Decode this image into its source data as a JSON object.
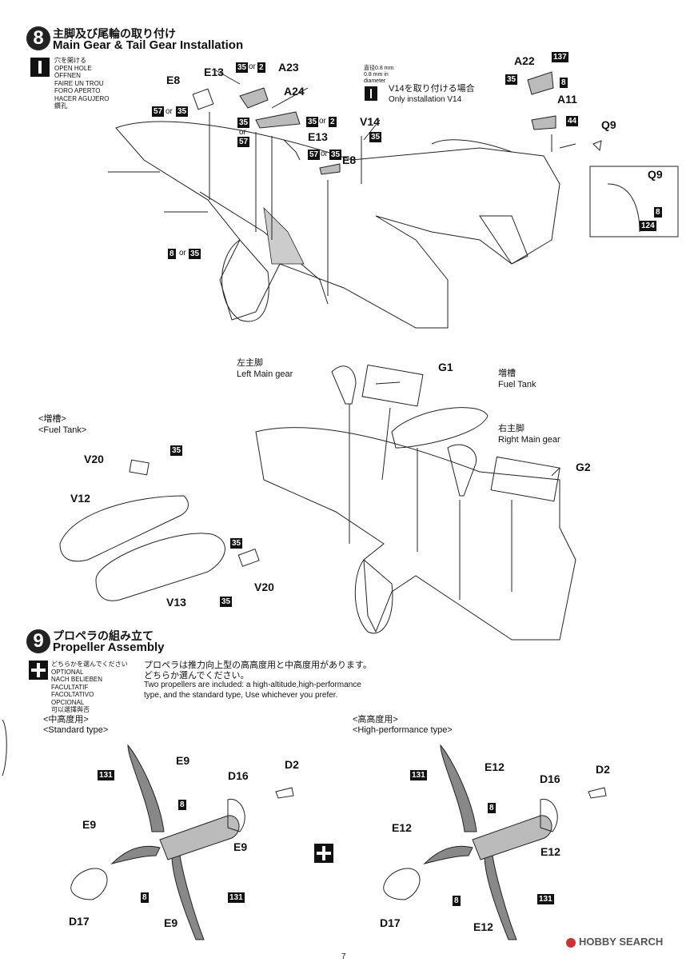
{
  "step8": {
    "number": "8",
    "title_jp": "主脚及び尾輪の取り付け",
    "title_en": "Main Gear & Tail Gear Installation",
    "open_hole_notes": [
      "穴を開ける",
      "OPEN HOLE",
      "ÖFFNEN",
      "FAIRE UN TROU",
      "FORO APERTO",
      "HACER AGUJERO",
      "鑽孔"
    ],
    "hole_diameter_note": [
      "直径0.8 mm",
      "0.8 mm in",
      "diameter"
    ],
    "v14_note_jp": "V14を取り付ける場合",
    "v14_note_en": "Only installation V14",
    "parts": {
      "e8": "E8",
      "e13": "E13",
      "a23": "A23",
      "a24": "A24",
      "e13b": "E13",
      "v14": "V14",
      "e8b": "E8",
      "a22": "A22",
      "a11": "A11",
      "q9": "Q9",
      "q9b": "Q9"
    },
    "paints": {
      "p35": "35",
      "p2": "2",
      "p57": "57",
      "p137": "137",
      "p8": "8",
      "p44": "44",
      "p124": "124"
    },
    "or_word": "or",
    "g1": "G1",
    "g2": "G2",
    "left_main_jp": "左主脚",
    "left_main_en": "Left Main gear",
    "fuel_tank_jp": "増槽",
    "fuel_tank_en": "Fuel Tank",
    "right_main_jp": "右主脚",
    "right_main_en": "Right Main gear",
    "fuel_tank_sub_jp": "<増槽>",
    "fuel_tank_sub_en": "<Fuel Tank>",
    "v20": "V20",
    "v12": "V12",
    "v13": "V13",
    "v20b": "V20"
  },
  "step9": {
    "number": "9",
    "title_jp": "プロペラの組み立て",
    "title_en": "Propeller Assembly",
    "either_notes": [
      "どちらかを選んでください",
      "OPTIONAL",
      "NACH BELIEBEN",
      "FACULTATIF",
      "FACOLTATIVO",
      "OPCIONAL",
      "可以選擇與否"
    ],
    "desc_jp1": "プロペラは推力向上型の高高度用と中高度用があります。",
    "desc_jp2": "どちらか選んでください。",
    "desc_en1": "Two propellers are included: a  high-altitude,high-performance",
    "desc_en2": "type, and the standard type, Use whichever you prefer.",
    "std_jp": "<中高度用>",
    "std_en": "<Standard type>",
    "hp_jp": "<高高度用>",
    "hp_en": "<High-performance type>",
    "left": {
      "e9a": "E9",
      "e9b": "E9",
      "e9c": "E9",
      "e9d": "E9",
      "d16": "D16",
      "d2": "D2",
      "d17": "D17",
      "p131a": "131",
      "p131b": "131",
      "p8a": "8",
      "p8b": "8"
    },
    "right": {
      "e12a": "E12",
      "e12b": "E12",
      "e12c": "E12",
      "e12d": "E12",
      "d16": "D16",
      "d2": "D2",
      "d17": "D17",
      "p131a": "131",
      "p131b": "131",
      "p8a": "8",
      "p8b": "8"
    }
  },
  "footer": {
    "watermark": "HOBBY SEARCH",
    "page_no": "7"
  }
}
